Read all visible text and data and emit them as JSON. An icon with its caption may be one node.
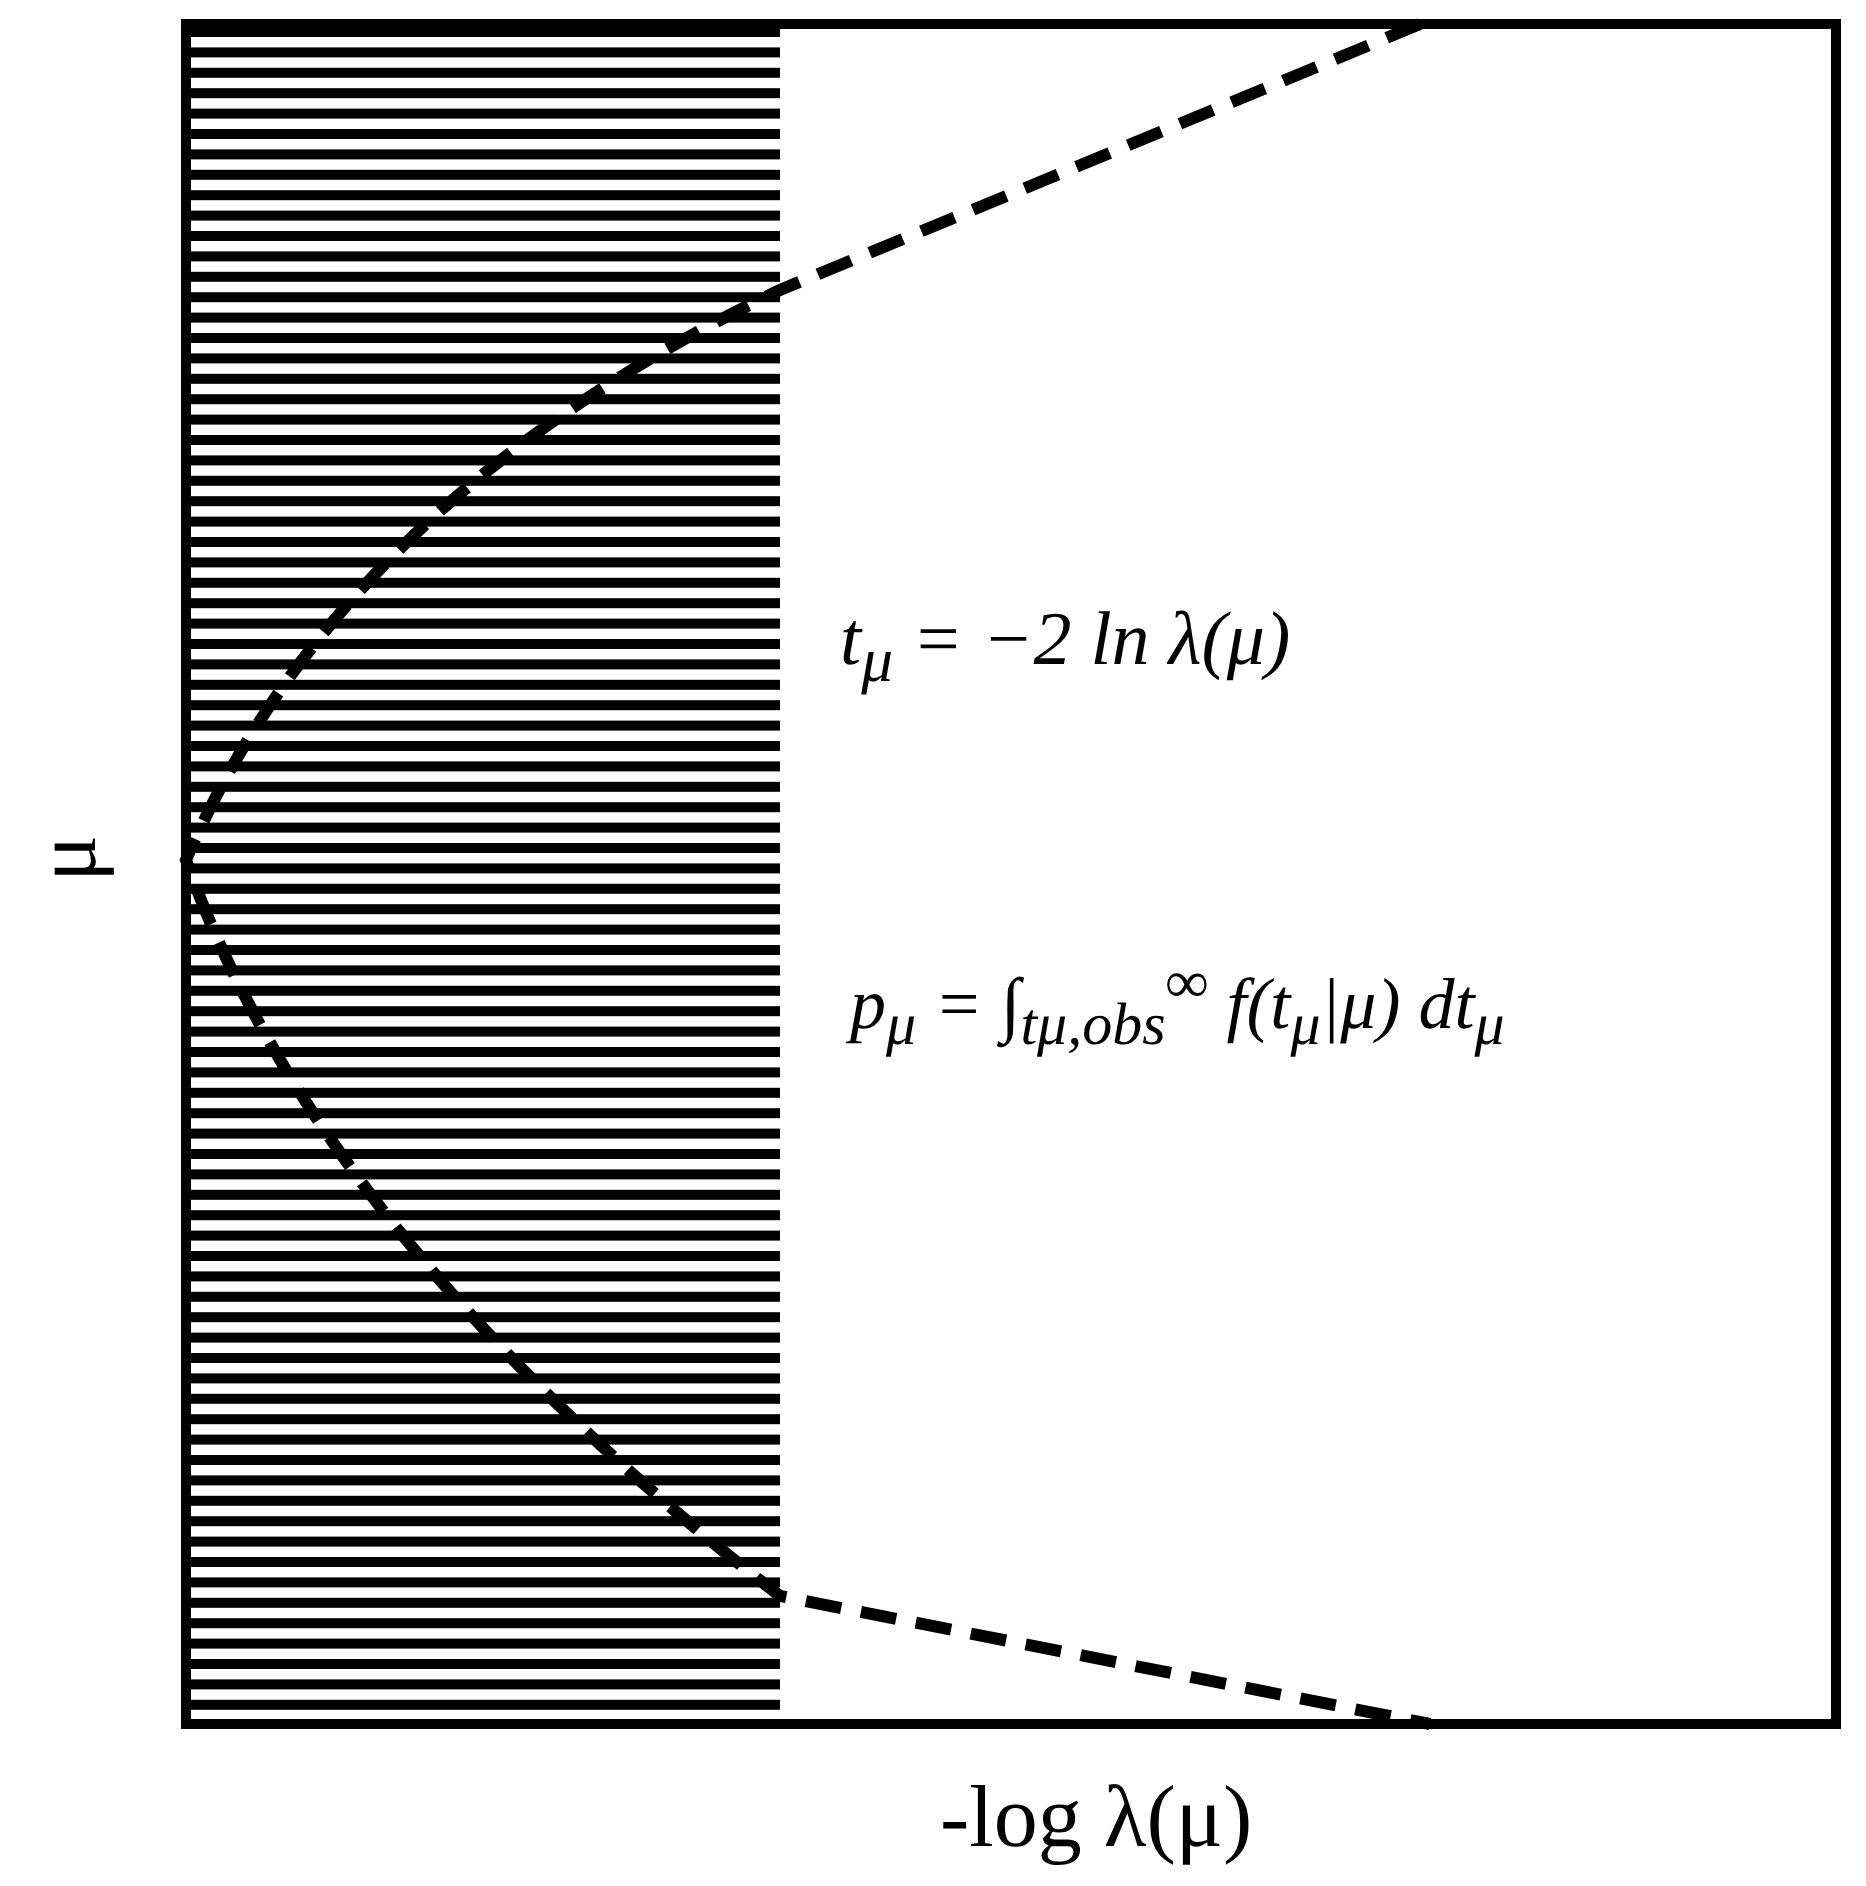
{
  "diagram": {
    "labels": [
      "t$_{μ}$ = −2 ln λ(μ)",
      "μ",
      "p$_{μ}$ = ∫$_{tμ,obs}$$^{∞}$ f(t$_{μ}$|μ) dt$_{μ}$",
      "-log λ(μ)"
    ]
  }
}
